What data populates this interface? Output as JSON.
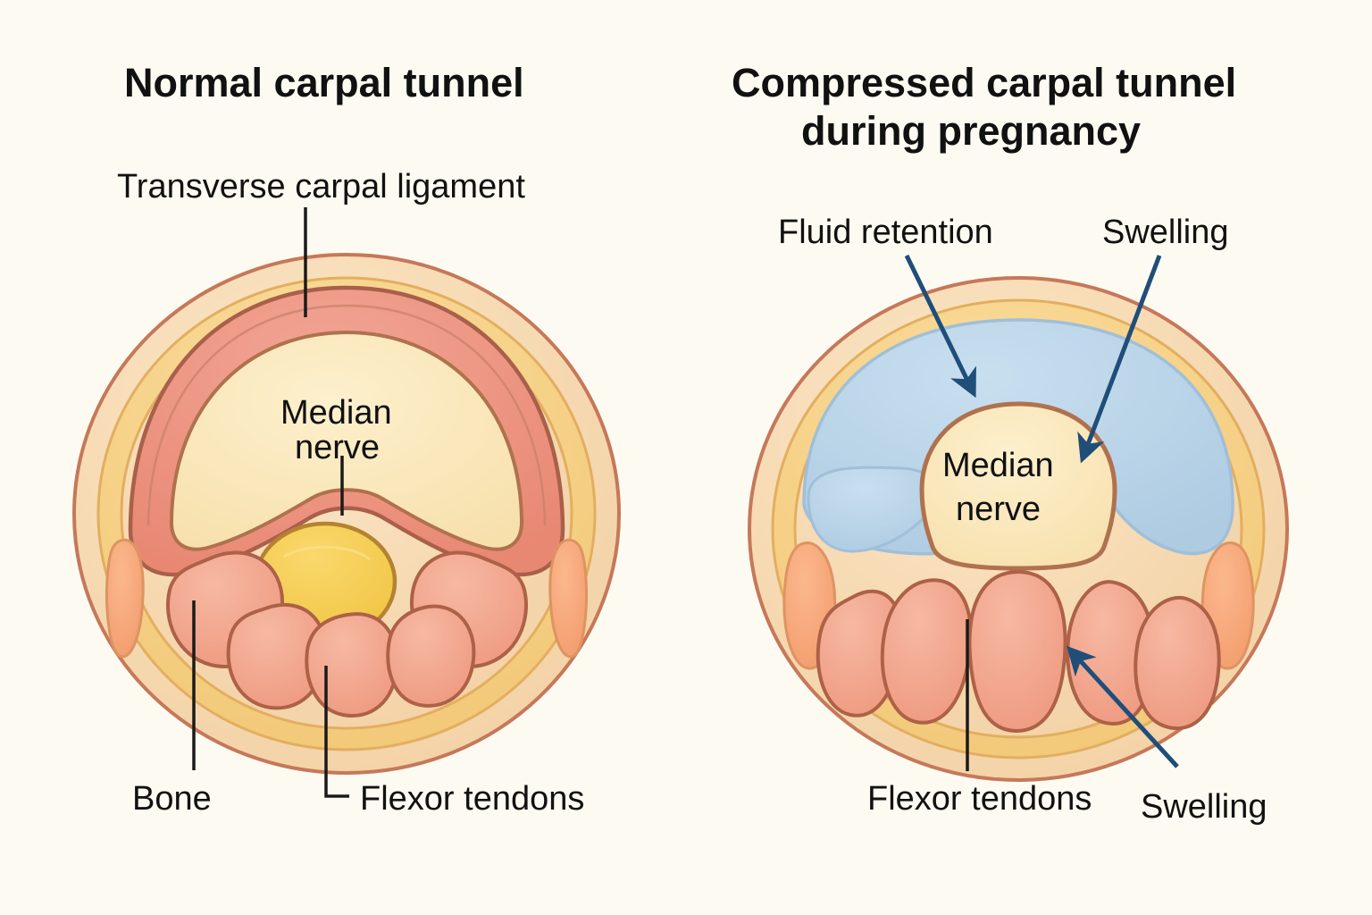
{
  "figure": {
    "background_color": "#FDFBF1",
    "type": "medical-illustration",
    "subject": "carpal tunnel cross-section comparison"
  },
  "panels": [
    {
      "id": "normal",
      "title": "Normal carpal tunnel",
      "labels": [
        {
          "name": "transverse-carpal-ligament",
          "text": "Transverse carpal ligament",
          "connector": "line"
        },
        {
          "name": "median-nerve",
          "text": "Median\nnerve",
          "line1": "Median",
          "line2": "nerve",
          "connector": "line"
        },
        {
          "name": "bone",
          "text": "Bone",
          "connector": "line"
        },
        {
          "name": "flexor-tendons",
          "text": "Flexor tendons",
          "connector": "elbow-line"
        }
      ],
      "structures": [
        {
          "name": "skin-outer-ring",
          "color": "#F7DCB4",
          "stroke": "#C6785A"
        },
        {
          "name": "subcutaneous-fat-ring",
          "color": "#F9D489",
          "stroke": "#E8B45C"
        },
        {
          "name": "transverse-carpal-ligament",
          "color": "#EE9480",
          "stroke": "#A9604A"
        },
        {
          "name": "carpal-tunnel-space",
          "color": "#FAE7B8",
          "stroke": "#B0714E"
        },
        {
          "name": "bone",
          "color": "#F5CE55",
          "stroke": "#B58230"
        },
        {
          "name": "flexor-tendons",
          "color": "#F2A58E",
          "stroke": "#AD6147"
        },
        {
          "name": "lateral-tendon-slivers",
          "color": "#F7A878",
          "stroke": "#DD9462"
        }
      ]
    },
    {
      "id": "compressed",
      "title_line1": "Compressed carpal tunnel",
      "title_line2": "during pregnancy",
      "title": "Compressed carpal tunnel during pregnancy",
      "labels": [
        {
          "name": "fluid-retention",
          "text": "Fluid retention",
          "connector": "arrow"
        },
        {
          "name": "swelling-top",
          "text": "Swelling",
          "connector": "arrow"
        },
        {
          "name": "median-nerve",
          "text": "Median\nnerve",
          "line1": "Median",
          "line2": "nerve",
          "connector": "none"
        },
        {
          "name": "flexor-tendons",
          "text": "Flexor tendons",
          "connector": "line"
        },
        {
          "name": "swelling-bottom",
          "text": "Swelling",
          "connector": "arrow"
        }
      ],
      "structures": [
        {
          "name": "skin-outer-ring",
          "color": "#F7DCB4",
          "stroke": "#C6785A"
        },
        {
          "name": "subcutaneous-fat-ring",
          "color": "#F9D489",
          "stroke": "#E8B45C"
        },
        {
          "name": "fluid-retention-region",
          "color": "#B8D4E8",
          "stroke": "#9DBDD6"
        },
        {
          "name": "compressed-median-nerve",
          "color": "#FAE7B8",
          "stroke": "#B0714E"
        },
        {
          "name": "swollen-flexor-tendons",
          "color": "#F2A58E",
          "stroke": "#AD6147"
        },
        {
          "name": "lateral-tendon-slivers",
          "color": "#F7A878",
          "stroke": "#DD9462"
        }
      ]
    }
  ],
  "colors": {
    "background": "#FDFBF1",
    "text": "#111111",
    "leader_line": "#1A1A1A",
    "arrow": "#1F4E79",
    "skin": "#F7DCB4",
    "fat": "#F9D489",
    "ligament_pink": "#EE9480",
    "ligament_outline": "#A9604A",
    "tunnel_cream": "#FAE7B8",
    "bone_yellow": "#F5CE55",
    "tendon_salmon": "#F2A58E",
    "fluid_blue": "#B8D4E8"
  }
}
